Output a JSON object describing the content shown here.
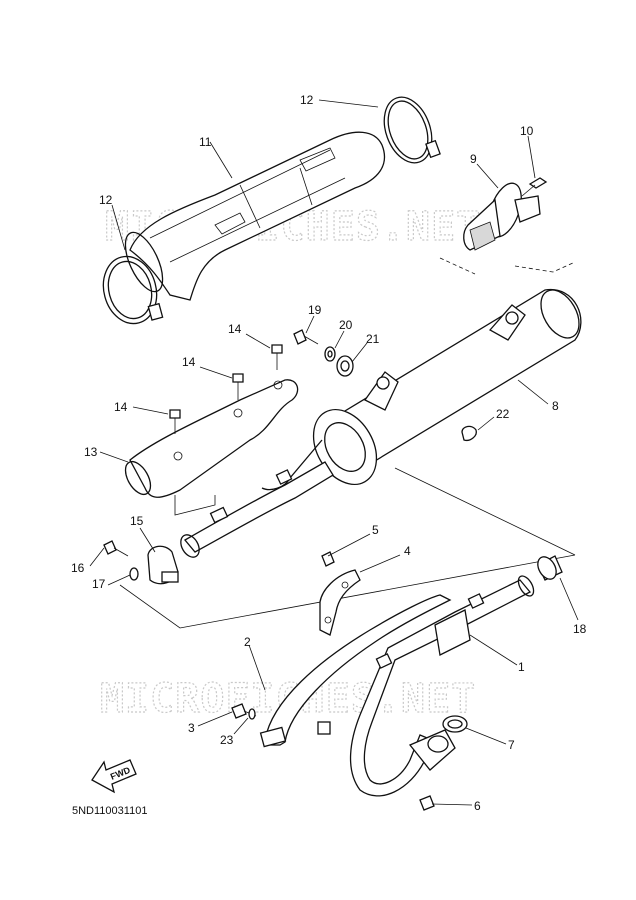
{
  "watermark": {
    "text": "MICROFICHES.NET"
  },
  "diagram_code": "5ND110031101",
  "fwd_label": "FWD",
  "callouts": {
    "c1": "1",
    "c2": "2",
    "c3": "3",
    "c4": "4",
    "c5": "5",
    "c6": "6",
    "c7": "7",
    "c8": "8",
    "c9": "9",
    "c10": "10",
    "c11": "11",
    "c12a": "12",
    "c12b": "12",
    "c13": "13",
    "c14a": "14",
    "c14b": "14",
    "c14c": "14",
    "c15": "15",
    "c16": "16",
    "c17": "17",
    "c18": "18",
    "c19": "19",
    "c20": "20",
    "c21": "21",
    "c22": "22",
    "c23": "23"
  }
}
